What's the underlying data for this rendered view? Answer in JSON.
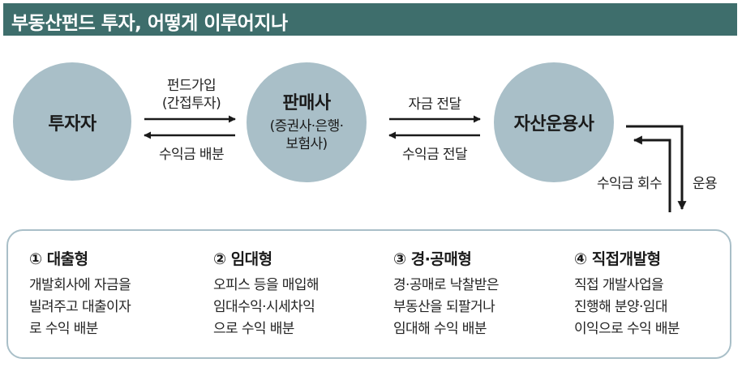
{
  "title": "부동산펀드 투자, 어떻게 이루어지나",
  "nodes": {
    "investor": {
      "name": "투자자"
    },
    "seller": {
      "name": "판매사",
      "sub": [
        "(증권사·은행·",
        "보험사)"
      ]
    },
    "asset_manager": {
      "name": "자산운용사"
    }
  },
  "flows": {
    "investor_to_seller": [
      "펀드가입",
      "(간접투자)"
    ],
    "seller_to_investor": "수익금 배분",
    "seller_to_manager": "자금 전달",
    "manager_to_seller": "수익금 전달",
    "return_collect": "수익금 회수",
    "operate": "운용"
  },
  "types": [
    {
      "head": "① 대출형",
      "lines": [
        "개발회사에 자금을",
        "빌려주고 대출이자",
        "로 수익 배분"
      ]
    },
    {
      "head": "② 임대형",
      "lines": [
        "오피스 등을 매입해",
        "임대수익·시세차익",
        "으로 수익 배분"
      ]
    },
    {
      "head": "③ 경·공매형",
      "lines": [
        "경·공매로 낙찰받은",
        "부동산을 되팔거나",
        "임대해 수익 배분"
      ]
    },
    {
      "head": "④ 직접개발형",
      "lines": [
        "직접 개발사업을",
        "진행해 분양·임대",
        "이익으로 수익 배분"
      ]
    }
  ],
  "colors": {
    "title_bg": "#3e6e6c",
    "circle": "#a9bfc8",
    "box_border": "#a9bfc8",
    "arrow": "#1a1a1a"
  }
}
